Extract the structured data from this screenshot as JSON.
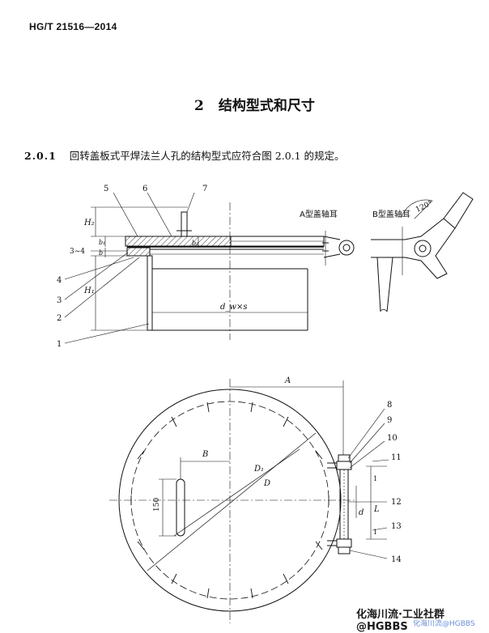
{
  "header": {
    "standard_code": "HG/T 21516—2014"
  },
  "section": {
    "number": "2",
    "title": "结构型式和尺寸"
  },
  "clause": {
    "number": "2.0.1",
    "text": "回转盖板式平焊法兰人孔的结构型式应符合图 2.0.1 的规定。"
  },
  "figure": {
    "top_callouts": [
      "5",
      "6",
      "7"
    ],
    "left_callouts": [
      "3~4",
      "4",
      "3",
      "2",
      "1"
    ],
    "right_callouts": [
      "8",
      "9",
      "10",
      "11",
      "12",
      "13",
      "14"
    ],
    "dims": {
      "H2": "H₂",
      "H1": "H₁",
      "b1": "b₁",
      "b": "b",
      "b2": "b₂",
      "dw_s": "d_w×s",
      "A": "A",
      "B": "B",
      "D1": "D₁",
      "D": "D",
      "d": "d",
      "L": "L",
      "slot_150": "150",
      "one_a": "1",
      "one_b": "1",
      "angle": "120°"
    },
    "detail_labels": {
      "a_type": "A型盖轴耳",
      "b_type": "B型盖轴耳"
    }
  },
  "watermark": {
    "text": "化海川流·工业社群@HGBBS",
    "sub": "化海川流@HGBBS"
  }
}
